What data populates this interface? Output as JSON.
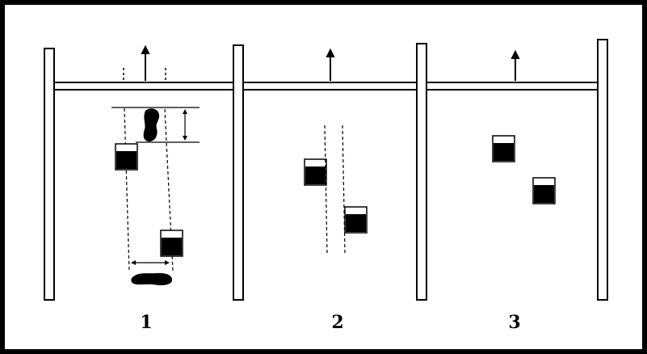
{
  "panels": [
    {
      "label": "1"
    },
    {
      "label": "2"
    },
    {
      "label": "3"
    }
  ],
  "colors": {
    "line": "#000000",
    "fill": "#000000",
    "frame": "#000000",
    "background": "#ffffff"
  }
}
